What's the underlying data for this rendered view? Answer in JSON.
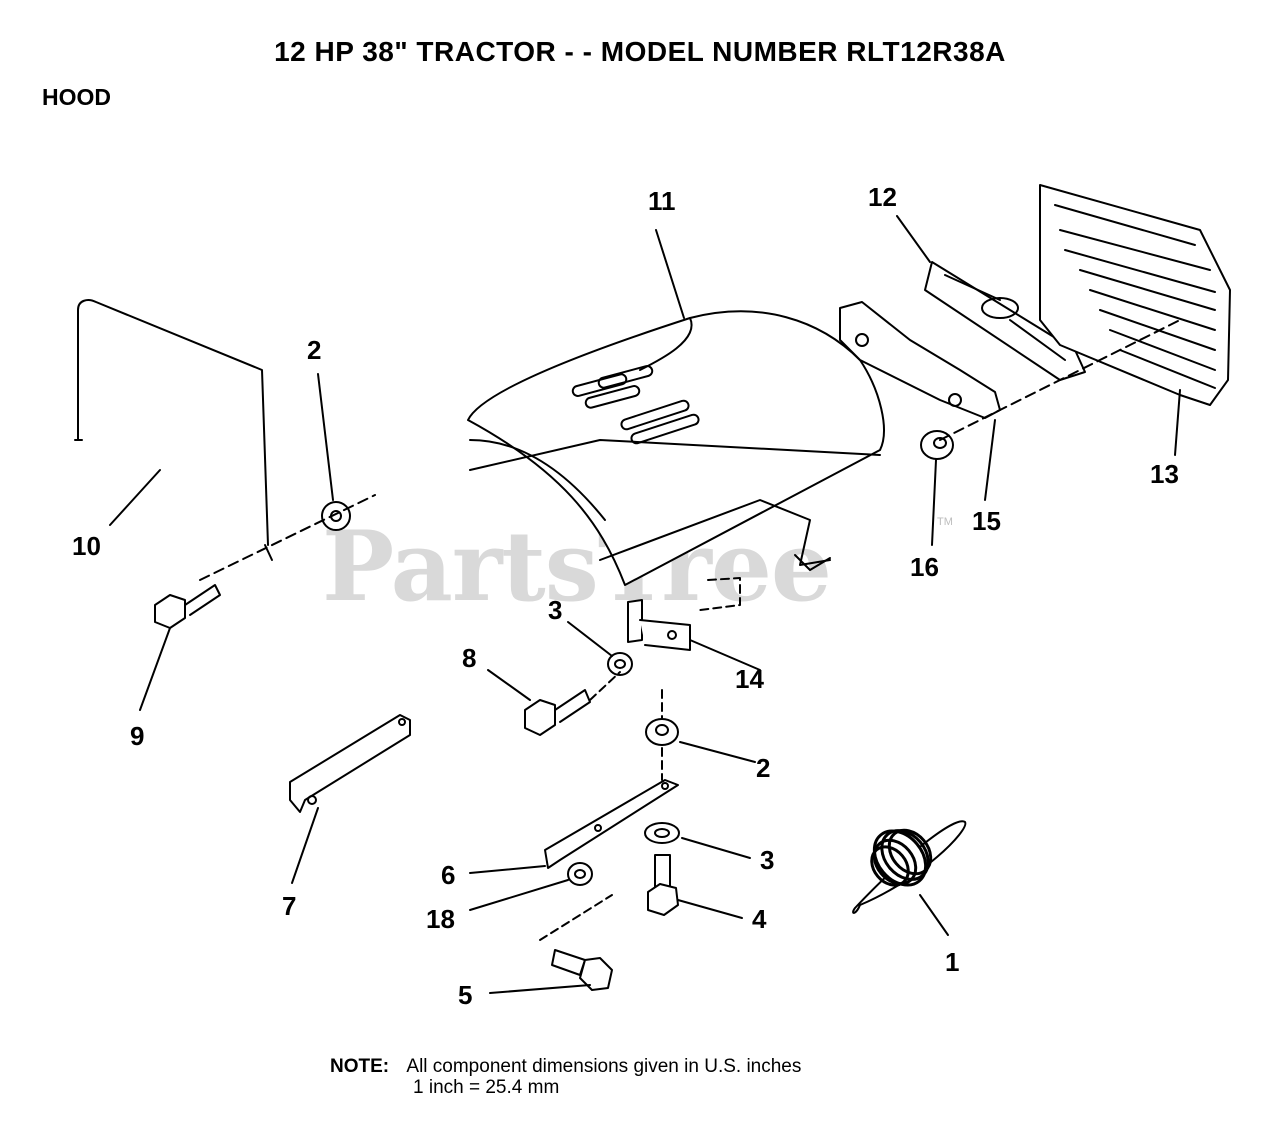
{
  "title": "12 HP 38\" TRACTOR - - MODEL NUMBER RLT12R38A",
  "section": "HOOD",
  "watermark": "PartsTree",
  "watermark_tm": "TM",
  "callouts": {
    "c1": "1",
    "c2a": "2",
    "c2b": "2",
    "c3a": "3",
    "c3b": "3",
    "c4": "4",
    "c5": "5",
    "c6": "6",
    "c7": "7",
    "c8": "8",
    "c9": "9",
    "c10": "10",
    "c11": "11",
    "c12": "12",
    "c13": "13",
    "c14": "14",
    "c15": "15",
    "c16": "16",
    "c18": "18"
  },
  "note": {
    "label": "NOTE:",
    "line1": "All component dimensions given in U.S. inches",
    "line2": "1 inch = 25.4 mm"
  }
}
